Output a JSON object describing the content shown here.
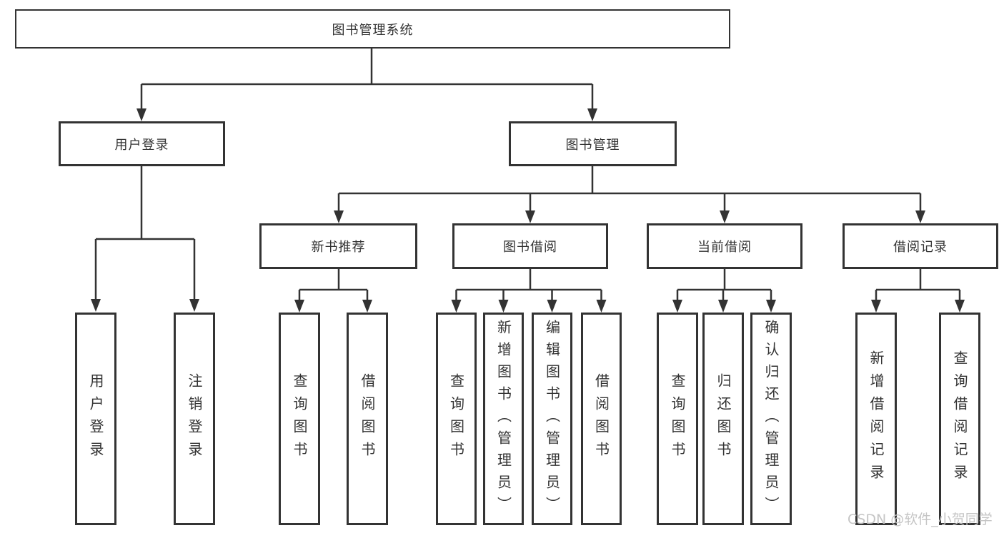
{
  "diagram": {
    "root": {
      "label": "图书管理系统"
    },
    "level2": [
      {
        "label": "用户登录",
        "leaves": [
          {
            "label": "用户登录"
          },
          {
            "label": "注销登录"
          }
        ]
      },
      {
        "label": "图书管理",
        "groups": [
          {
            "label": "新书推荐",
            "leaves": [
              {
                "label": "查询图书"
              },
              {
                "label": "借阅图书"
              }
            ]
          },
          {
            "label": "图书借阅",
            "leaves": [
              {
                "label": "查询图书"
              },
              {
                "label": "新增图书（管理员）"
              },
              {
                "label": "编辑图书（管理员）"
              },
              {
                "label": "借阅图书"
              }
            ]
          },
          {
            "label": "当前借阅",
            "leaves": [
              {
                "label": "查询图书"
              },
              {
                "label": "归还图书"
              },
              {
                "label": "确认归还（管理员）"
              }
            ]
          },
          {
            "label": "借阅记录",
            "leaves": [
              {
                "label": "新增借阅记录"
              },
              {
                "label": "查询借阅记录"
              }
            ]
          }
        ]
      }
    ],
    "watermark": "CSDN @软件_小贺同学",
    "colors": {
      "line": "#333333",
      "box_background": "#ffffff",
      "text": "#333333",
      "watermark": "#c5c5c5"
    }
  }
}
